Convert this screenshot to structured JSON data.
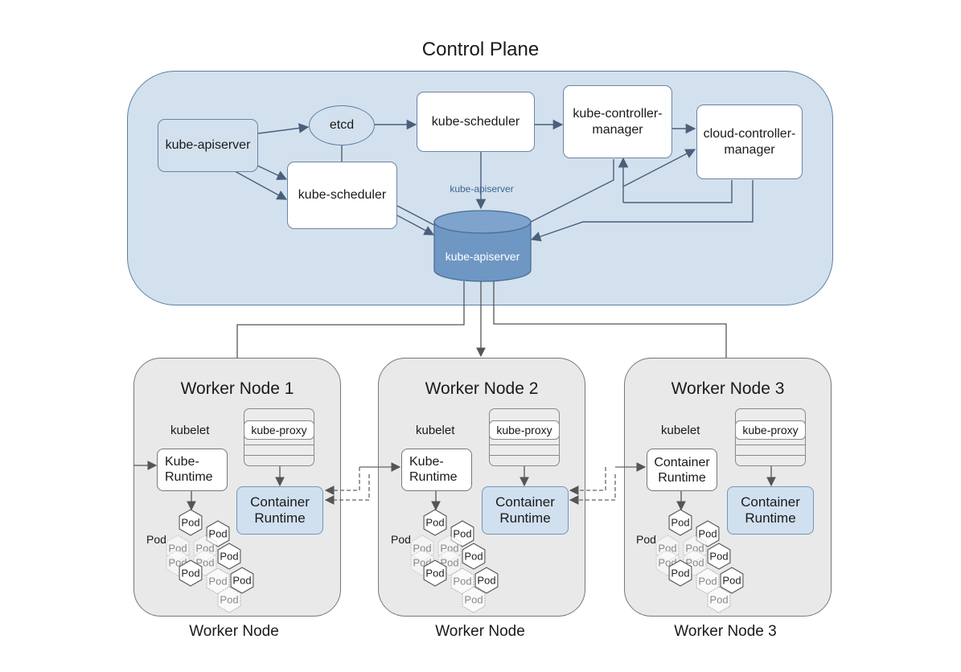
{
  "title": "Control Plane",
  "control_plane": {
    "apiserver_box": "kube-apiserver",
    "etcd": "etcd",
    "scheduler_top": "kube-scheduler",
    "scheduler_mid": "kube-scheduler",
    "controller_manager": "kube-controller-manager",
    "controller_manager_line1": "kube-controller-",
    "controller_manager_line2": "manager",
    "cloud_controller_line1": "cloud-controller-",
    "cloud_controller_line2": "manager",
    "edge_label": "kube-apiserver",
    "database": "kube-apiserver"
  },
  "worker_nodes": [
    {
      "title": "Worker Node 1",
      "kubelet": "kubelet",
      "kube_proxy": "kube-proxy",
      "runtime_line1": "Kube-",
      "runtime_line2": "Runtime",
      "container_runtime_line1": "Container",
      "container_runtime_line2": "Runtime",
      "pod_label": "Pod",
      "pod": "Pod",
      "caption": "Worker Node"
    },
    {
      "title": "Worker Node 2",
      "kubelet": "kubelet",
      "kube_proxy": "kube-proxy",
      "runtime_line1": "Kube-",
      "runtime_line2": "Runtime",
      "container_runtime_line1": "Container",
      "container_runtime_line2": "Runtime",
      "pod_label": "Pod",
      "pod": "Pod",
      "caption": "Worker Node"
    },
    {
      "title": "Worker Node 3",
      "kubelet": "kubelet",
      "kube_proxy": "kube-proxy",
      "runtime_line1": "Container",
      "runtime_line2": "Runtime",
      "container_runtime_line1": "Container",
      "container_runtime_line2": "Runtime",
      "pod_label": "Pod",
      "pod": "Pod",
      "caption": "Worker Node 3"
    }
  ],
  "colors": {
    "control_plane_fill": "#d3e1ee",
    "control_plane_stroke": "#5d7fa3",
    "database_fill": "#6f97c4",
    "worker_fill": "#e9e9e9",
    "container_runtime_fill": "#d0e0ef",
    "arrow": "#4a5f7a"
  }
}
